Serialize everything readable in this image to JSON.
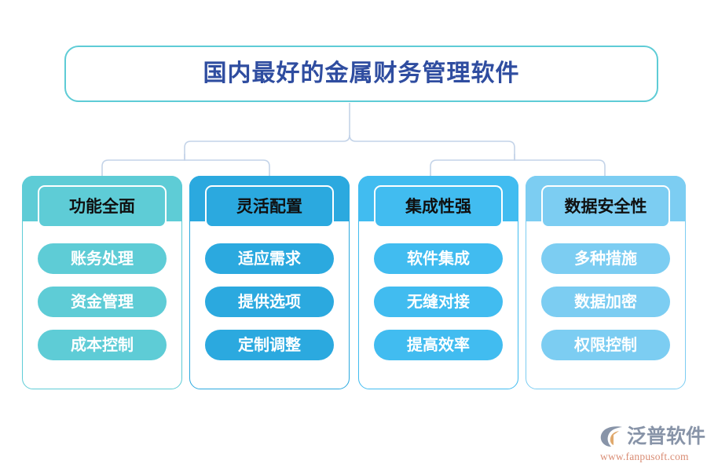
{
  "title": {
    "text": "国内最好的金属财务管理软件",
    "color": "#2F4DA0",
    "border_color": "#5ECCD6"
  },
  "columns": [
    {
      "header": "功能全面",
      "accent": "#5ECCD6",
      "items": [
        "账务处理",
        "资金管理",
        "成本控制"
      ]
    },
    {
      "header": "灵活配置",
      "accent": "#2BA9DF",
      "items": [
        "适应需求",
        "提供选项",
        "定制调整"
      ]
    },
    {
      "header": "集成性强",
      "accent": "#41BCF0",
      "items": [
        "软件集成",
        "无缝对接",
        "提高效率"
      ]
    },
    {
      "header": "数据安全性",
      "accent": "#7CCDF2",
      "items": [
        "多种措施",
        "数据加密",
        "权限控制"
      ]
    }
  ],
  "connector": {
    "color": "#C3D3E8"
  },
  "logo": {
    "name": "泛普软件",
    "url": "www.fanpusoft.com",
    "name_color": "#8894A8",
    "url_color": "#D98C74",
    "mark_color": "#8894A8",
    "mark_accent": "#E0A96D"
  }
}
